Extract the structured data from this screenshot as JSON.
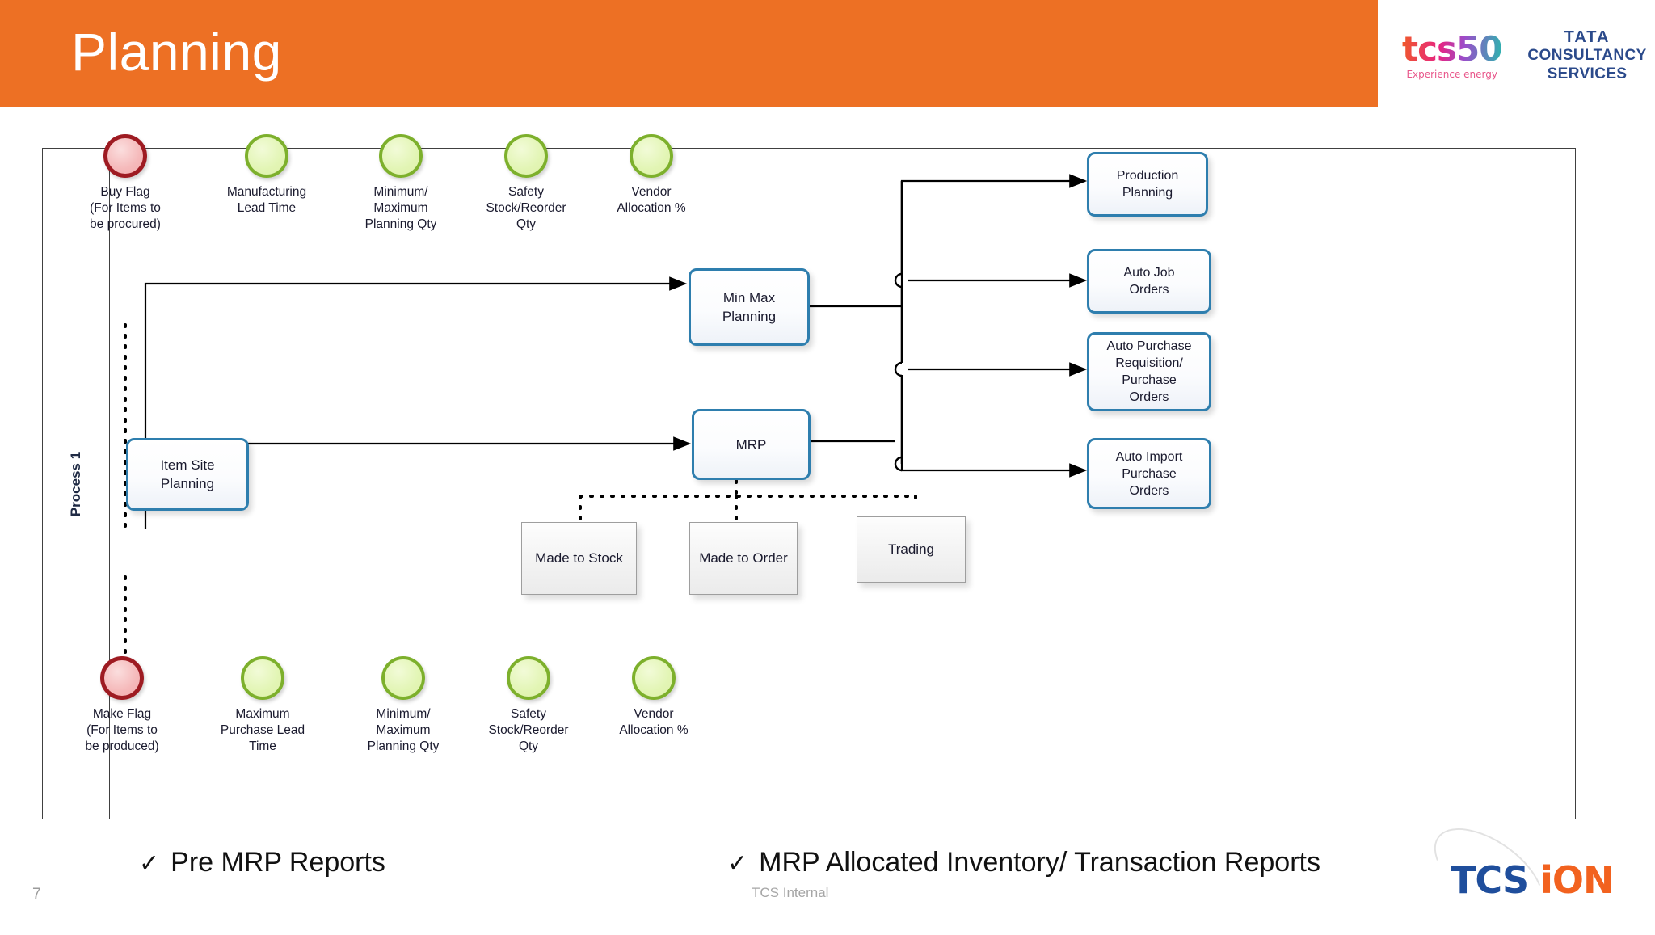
{
  "header": {
    "title": "Planning",
    "bar_color": "#ED7024",
    "logo": {
      "tcs_mark": "tcs50",
      "tagline": "Experience energy",
      "tata_line1": "TATA",
      "tata_line2": "CONSULTANCY",
      "tata_line3": "SERVICES"
    }
  },
  "diagram": {
    "lane_label": "Process 1",
    "top_attributes": [
      {
        "label": "Buy Flag\n(For Items to\nbe procured)",
        "color": "red"
      },
      {
        "label": "Manufacturing\nLead Time",
        "color": "green"
      },
      {
        "label": "Minimum/\nMaximum\nPlanning Qty",
        "color": "green"
      },
      {
        "label": "Safety\nStock/Reorder\nQty",
        "color": "green"
      },
      {
        "label": "Vendor\nAllocation %",
        "color": "green"
      }
    ],
    "bottom_attributes": [
      {
        "label": "Make Flag\n(For Items to\nbe produced)",
        "color": "red"
      },
      {
        "label": "Maximum\nPurchase Lead\nTime",
        "color": "green"
      },
      {
        "label": "Minimum/\nMaximum\nPlanning Qty",
        "color": "green"
      },
      {
        "label": "Safety\nStock/Reorder\nQty",
        "color": "green"
      },
      {
        "label": "Vendor\nAllocation %",
        "color": "green"
      }
    ],
    "process_boxes": [
      {
        "label": "Item Site\nPlanning"
      },
      {
        "label": "Min Max\nPlanning"
      },
      {
        "label": "MRP"
      }
    ],
    "output_boxes": [
      {
        "label": "Production\nPlanning"
      },
      {
        "label": "Auto Job\nOrders"
      },
      {
        "label": "Auto Purchase\nRequisition/\nPurchase\nOrders"
      },
      {
        "label": "Auto Import\nPurchase\nOrders"
      }
    ],
    "mode_boxes": [
      {
        "label": "Made to Stock"
      },
      {
        "label": "Made to Order"
      },
      {
        "label": "Trading"
      }
    ],
    "colors": {
      "blue_border": "#2E7EAE",
      "green_circle": "#7DB02C",
      "red_circle": "#9E1B22",
      "gray_box_border": "#9E9E9E"
    }
  },
  "footer": {
    "bullets": [
      {
        "check": "✓",
        "text": "Pre MRP Reports"
      },
      {
        "check": "✓",
        "text": "MRP Allocated Inventory/ Transaction Reports"
      }
    ],
    "classification": "TCS Internal",
    "page_number": "7",
    "brand": {
      "part1": "TCS ",
      "part2": "iON"
    }
  }
}
